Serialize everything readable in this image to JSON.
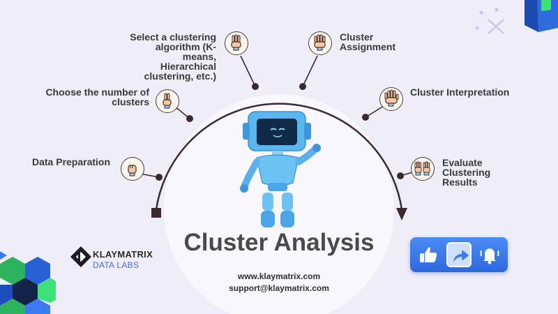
{
  "title": "Cluster Analysis",
  "steps": [
    {
      "label": "Data Preparation",
      "icon": "raised-fist-hand-icon"
    },
    {
      "label_lines": [
        "Choose the number of",
        "clusters"
      ],
      "icon": "two-fingers-hand-icon"
    },
    {
      "label_lines": [
        "Select a clustering",
        "algorithm (K-",
        "means,",
        "Hierarchical",
        "clustering, etc.)"
      ],
      "icon": "three-fingers-hand-icon"
    },
    {
      "label_lines": [
        "Cluster",
        "Assignment"
      ],
      "icon": "four-fingers-hand-icon"
    },
    {
      "label": "Cluster Interpretation",
      "icon": "five-fingers-hand-icon"
    },
    {
      "label_lines": [
        "Evaluate",
        "Clustering",
        "Results"
      ],
      "icon": "two-hands-icon"
    }
  ],
  "brand": {
    "name": "KLAYMATRIX",
    "sub": "DATA LABS"
  },
  "contact": {
    "website": "www.klaymatrix.com",
    "email": "support@klaymatrix.com"
  },
  "actions": [
    "like-icon",
    "share-icon",
    "bell-icon"
  ],
  "colors": {
    "background": "#eeedf8",
    "arc": "#3a2a2e",
    "accent": "#3b6fd6",
    "robot": "#58b8f0"
  }
}
